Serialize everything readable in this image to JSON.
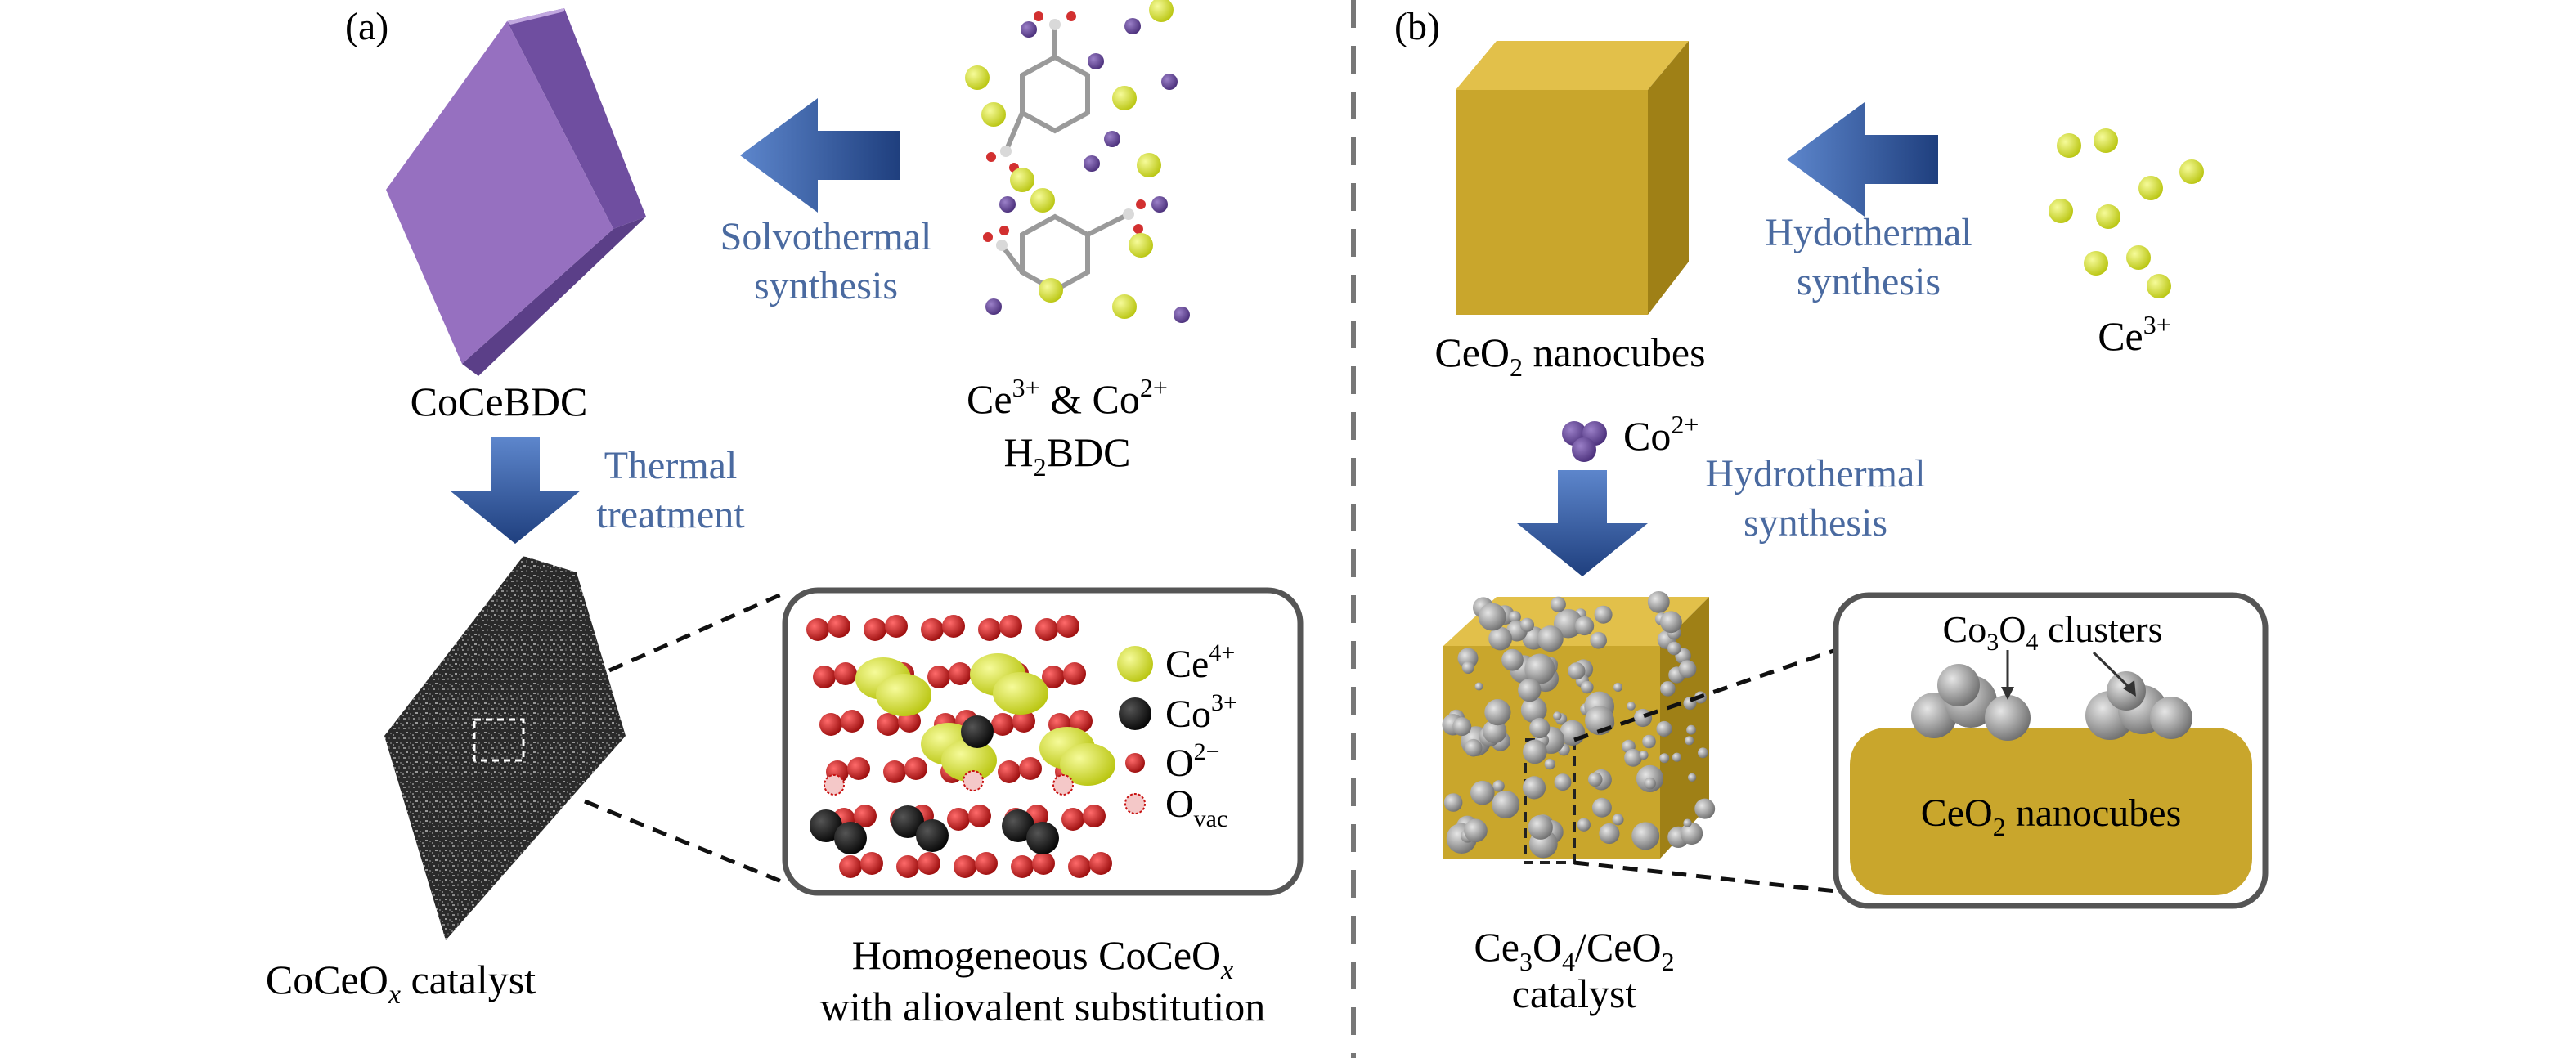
{
  "panel_a": {
    "tag": "(a)",
    "mof_label": "CoCeBDC",
    "step1": {
      "line1": "Solvothermal",
      "line2": "synthesis"
    },
    "precursor": {
      "ce": "Ce",
      "ce_sup": "3+",
      "amp": " & Co",
      "co_sup": "2+",
      "h": "H",
      "h_sub": "2",
      "bdc": "BDC"
    },
    "step2": {
      "line1": "Thermal",
      "line2": "treatment"
    },
    "catalyst": {
      "pre": "CoCeO",
      "sub": "x",
      "post": " catalyst"
    },
    "legend": [
      {
        "pre": "Ce",
        "sup": "4+",
        "sub": "",
        "color": "#d9e619"
      },
      {
        "pre": "Co",
        "sup": "3+",
        "sub": "",
        "color": "#111111"
      },
      {
        "pre": "O",
        "sup": "2−",
        "sub": "",
        "color": "#c81414"
      },
      {
        "pre": "O",
        "sup": "",
        "sub": "vac",
        "color": "#f4c8c8"
      }
    ],
    "caption": {
      "line1_pre": "Homogeneous CoCeO",
      "line1_sub": "x",
      "line2": "with aliovalent substitution"
    }
  },
  "panel_b": {
    "tag": "(b)",
    "cube": {
      "pre": "CeO",
      "sub": "2",
      "post": " nanocubes"
    },
    "step1": {
      "line1": "Hydothermal",
      "line2": "synthesis"
    },
    "precursor": {
      "pre": "Ce",
      "sup": "3+"
    },
    "cobalt": {
      "pre": "Co",
      "sup": "2+"
    },
    "step2": {
      "line1": "Hydrothermal",
      "line2": "synthesis"
    },
    "clusters": {
      "pre": "Co",
      "sub1": "3",
      "mid": "O",
      "sub2": "4",
      "post": " clusters"
    },
    "support": {
      "pre": "CeO",
      "sub": "2",
      "post": " nanocubes"
    },
    "catalyst": {
      "pre": "Ce",
      "sub1": "3",
      "mid": "O",
      "sub2": "4",
      "slash": "/CeO",
      "sub3": "2",
      "line2": "catalyst"
    }
  },
  "colors": {
    "arrow": "#2f57a0",
    "accent_text": "#4a6aa0",
    "mof": "#9670c0",
    "ceria": "#c9a62c",
    "ce_ion": "#d9e619",
    "co_ion": "#6b4a9a",
    "cluster": "#8f8f8f"
  }
}
